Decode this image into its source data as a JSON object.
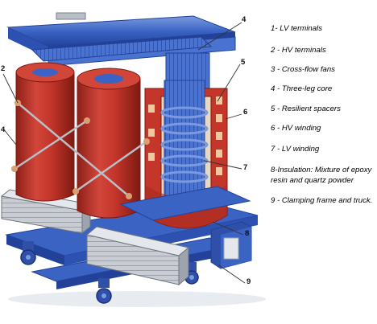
{
  "legend": {
    "items": [
      {
        "label": "1- LV terminals"
      },
      {
        "label": "2 - HV terminals"
      },
      {
        "label": "3 - Cross-flow fans"
      },
      {
        "label": "4 - Three-leg core"
      },
      {
        "label": "5 - Resilient spacers"
      },
      {
        "label": "6 - HV winding"
      },
      {
        "label": "7 - LV winding"
      },
      {
        "label": "8-Insulation: Mixture of epoxy resin and quartz powder"
      },
      {
        "label": "9 - Clamping frame and truck."
      }
    ]
  },
  "callouts": [
    "2",
    "4",
    "5",
    "6",
    "7",
    "8",
    "9",
    "4"
  ],
  "colors": {
    "frame_blue": "#3a63c4",
    "frame_blue_dark": "#22429a",
    "frame_blue_light": "#7a9ae0",
    "winding_red": "#c4352a",
    "winding_red_dark": "#8e2018",
    "winding_red_light": "#e0625a",
    "fan_grey": "#c9cdd3",
    "wheel_blue": "#2f4fa8"
  }
}
